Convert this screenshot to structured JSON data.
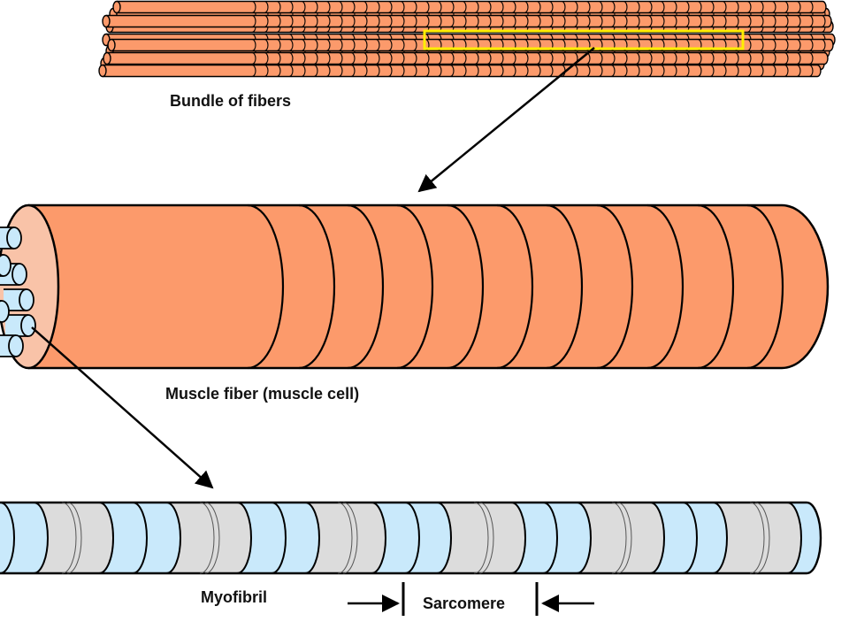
{
  "labels": {
    "bundle": "Bundle of fibers",
    "fiber": "Muscle fiber (muscle cell)",
    "myofibril": "Myofibril",
    "sarcomere": "Sarcomere"
  },
  "colors": {
    "muscle": "#fc9a6b",
    "muscle_end": "#f9c3a8",
    "myofibril_light": "#c9e9fb",
    "myofibril_gray": "#dcdcdc",
    "highlight": "#ffee00",
    "outline": "#000000"
  }
}
